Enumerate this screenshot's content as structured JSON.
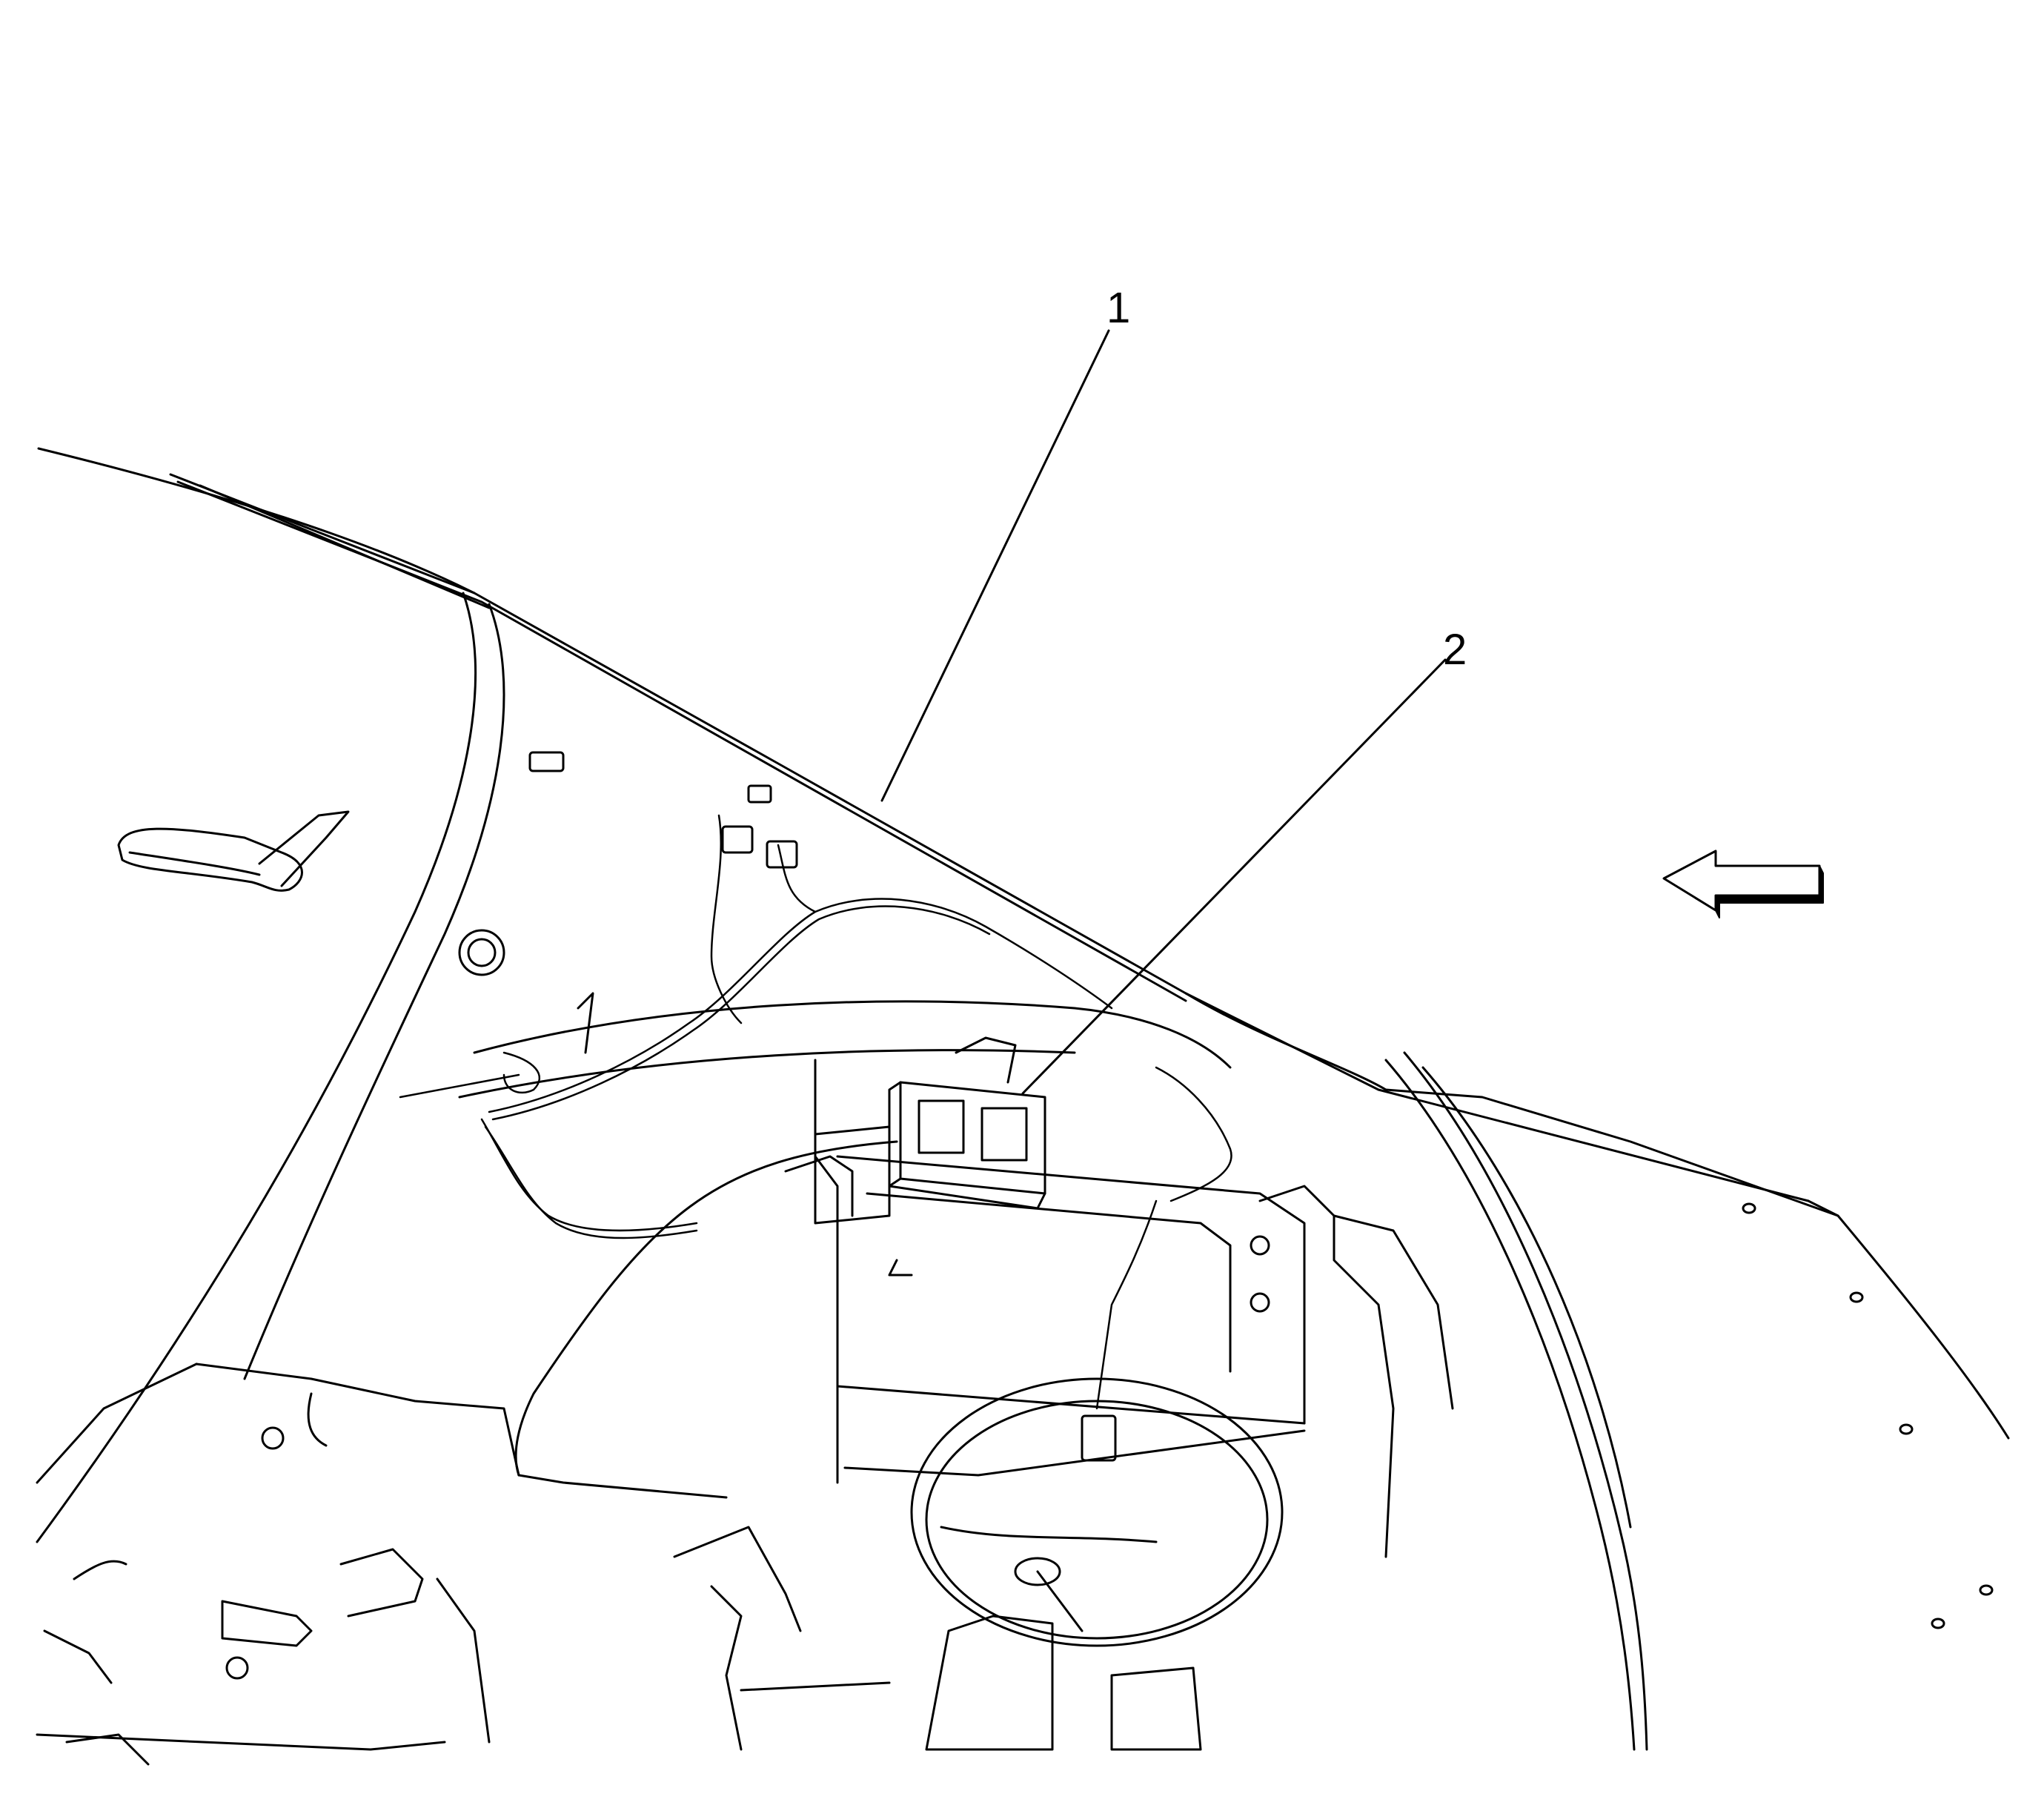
{
  "figure": {
    "type": "service-diagram",
    "line_color": "#000000",
    "background_color": "#ffffff",
    "callouts": [
      {
        "id": "1",
        "label": "1"
      },
      {
        "id": "2",
        "label": "2"
      }
    ],
    "direction_indicator": {
      "icon": "arrow-left-icon",
      "direction": "left"
    }
  }
}
